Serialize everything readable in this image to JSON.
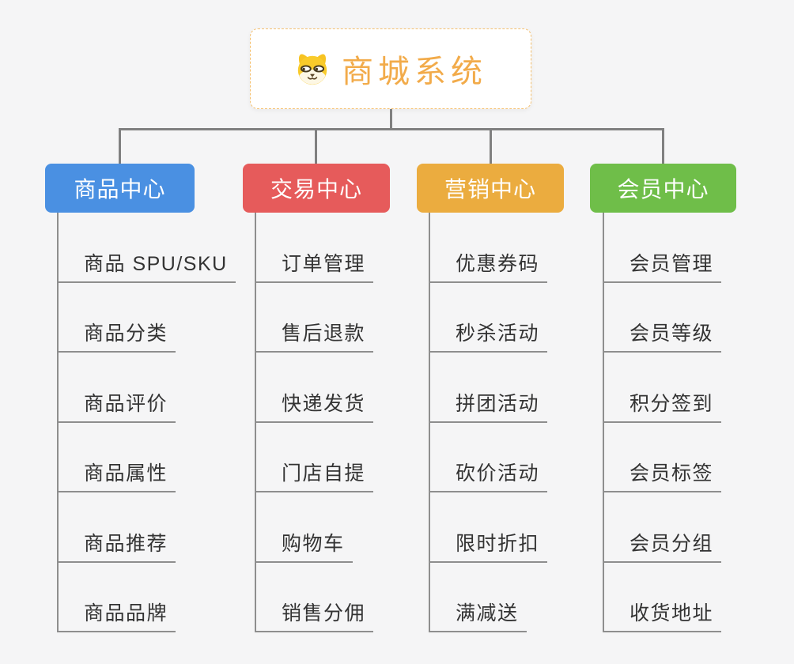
{
  "canvas": {
    "background": "#f5f5f6"
  },
  "root": {
    "title": "商城系统",
    "icon": "shiba-dog-face-icon",
    "text_color": "#f2ab4a",
    "border_color": "#f5c171",
    "background": "#ffffff"
  },
  "connectors": {
    "tree_line_color": "#808080",
    "leaf_line_color": "#8e8e8e"
  },
  "branches": [
    {
      "id": "product-center",
      "label": "商品中心",
      "color": "#4a90e2",
      "items": [
        "商品 SPU/SKU",
        "商品分类",
        "商品评价",
        "商品属性",
        "商品推荐",
        "商品品牌"
      ]
    },
    {
      "id": "trade-center",
      "label": "交易中心",
      "color": "#e65b5b",
      "items": [
        "订单管理",
        "售后退款",
        "快递发货",
        "门店自提",
        "购物车",
        "销售分佣"
      ]
    },
    {
      "id": "marketing-center",
      "label": "营销中心",
      "color": "#ebac3f",
      "items": [
        "优惠券码",
        "秒杀活动",
        "拼团活动",
        "砍价活动",
        "限时折扣",
        "满减送"
      ]
    },
    {
      "id": "member-center",
      "label": "会员中心",
      "color": "#6fbe49",
      "items": [
        "会员管理",
        "会员等级",
        "积分签到",
        "会员标签",
        "会员分组",
        "收货地址"
      ]
    }
  ]
}
